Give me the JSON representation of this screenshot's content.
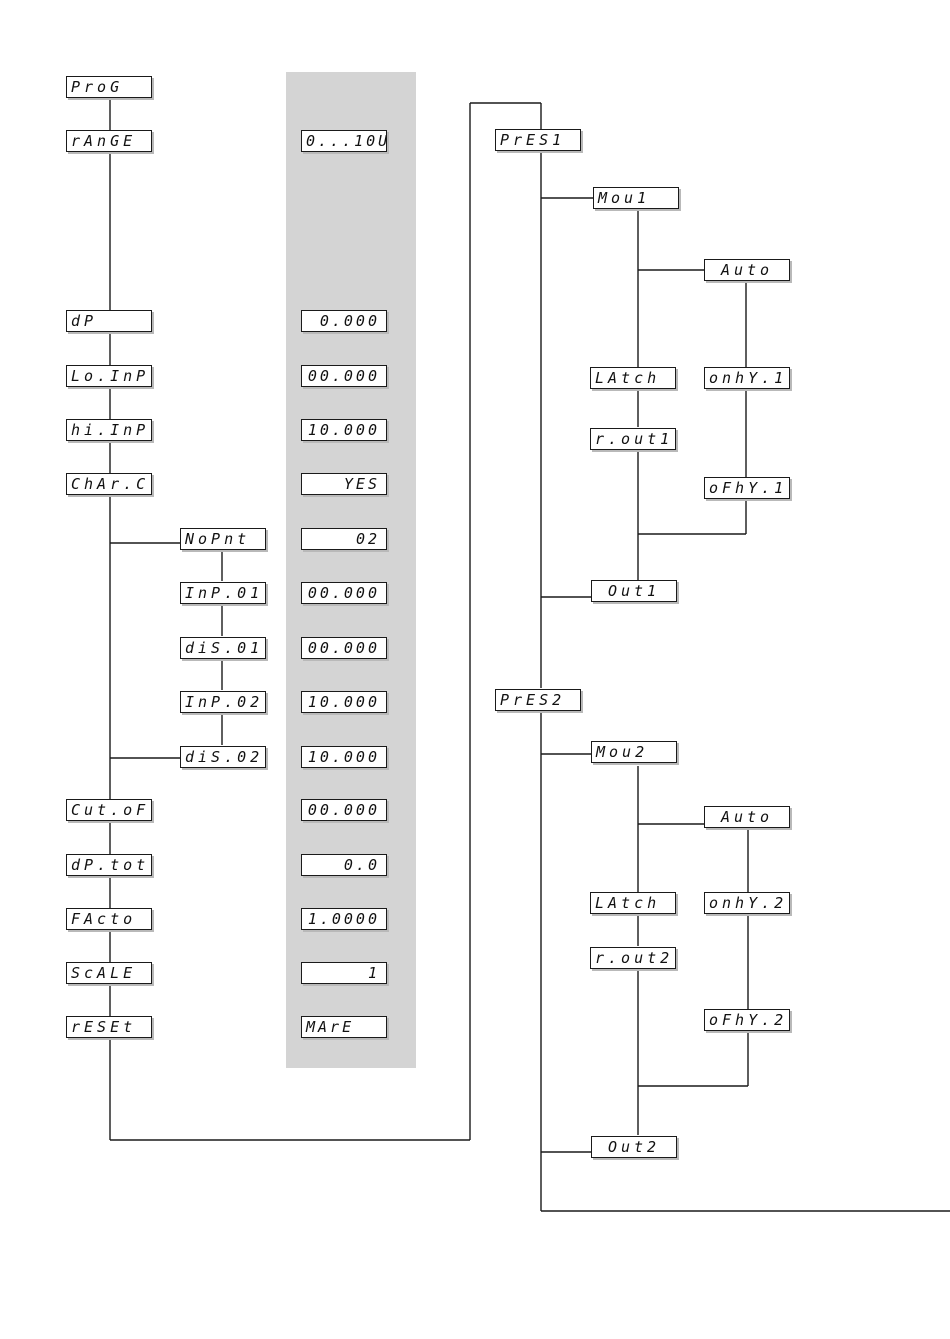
{
  "main_menu": {
    "prog": "ProG",
    "range": "rAnGE",
    "dp": "dP",
    "lo_inp": "Lo.InP",
    "hi_inp": "hi.InP",
    "charc": "ChAr.C",
    "cutof": "Cut.oF",
    "dptot": "dP.tot",
    "facto": "FActo",
    "scale": "ScALE",
    "reset": "rESEt"
  },
  "charc_submenu": {
    "nopnt": "NoPnt",
    "inp01": "InP.01",
    "dis01": "diS.01",
    "inp02": "InP.02",
    "dis02": "diS.02"
  },
  "defaults": {
    "range": "0...10U",
    "dp": "0.000",
    "lo_inp": "00.000",
    "hi_inp": "10.000",
    "charc": "YES",
    "nopnt": "02",
    "inp01": "00.000",
    "dis01": "00.000",
    "inp02": "10.000",
    "dis02": "10.000",
    "cutof": "00.000",
    "dptot": "0.0",
    "facto": "1.0000",
    "scale": "1",
    "reset": "MArE"
  },
  "preset1": {
    "title": "PrES1",
    "mode": "Mou1",
    "auto": "Auto",
    "latch": "LAtch",
    "onhy": "onhY.1",
    "rout": "r.out1",
    "ofhy": "oFhY.1",
    "out": "Out1"
  },
  "preset2": {
    "title": "PrES2",
    "mode": "Mou2",
    "auto": "Auto",
    "latch": "LAtch",
    "onhy": "onhY.2",
    "rout": "r.out2",
    "ofhy": "oFhY.2",
    "out": "Out2"
  }
}
